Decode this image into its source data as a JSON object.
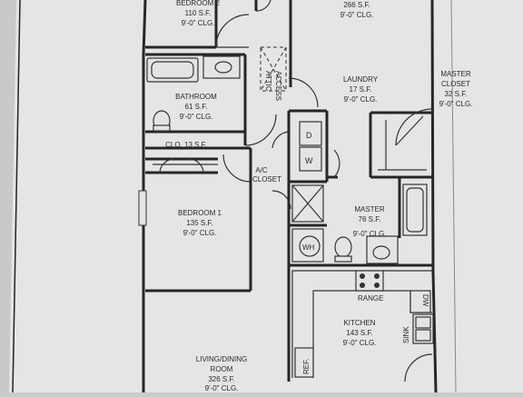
{
  "rooms": {
    "bedroom2": {
      "name": "BEDROOM 2",
      "area": "110 S.F.",
      "ceiling": "9'-0\" CLG."
    },
    "top_room": {
      "area": "266 S.F.",
      "ceiling": "9'-0\" CLG."
    },
    "laundry": {
      "name": "LAUNDRY",
      "area": "17 S.F.",
      "ceiling": "9'-0\" CLG."
    },
    "master_closet": {
      "name": "MASTER",
      "name2": "CLOSET",
      "area": "32 S.F.",
      "ceiling": "9'-0\" CLG."
    },
    "bathroom": {
      "name": "BATHROOM",
      "area": "61 S.F.",
      "ceiling": "9'-0\" CLG."
    },
    "closet_small": {
      "label": "CLO. 13 S.F."
    },
    "ac_closet": {
      "name": "A/C",
      "name2": "CLOSET"
    },
    "bedroom1": {
      "name": "BEDROOM 1",
      "area": "135 S.F.",
      "ceiling": "9'-0\" CLG."
    },
    "master_bath": {
      "name": "MASTER",
      "area": "76 S.F.",
      "ceiling": "9'-0\" CLG."
    },
    "kitchen": {
      "name": "KITCHEN",
      "area": "143 S.F.",
      "ceiling": "9'-0\" CLG."
    },
    "living": {
      "name": "LIVING/DINING",
      "name2": "ROOM",
      "area": "326 S.F.",
      "ceiling": "9'-0\" CLG."
    }
  },
  "labels": {
    "attic_access_1": "ATTIC",
    "attic_access_2": "ACCESS",
    "dryer": "D",
    "washer": "W",
    "water_heater": "WH",
    "range": "RANGE",
    "dishwasher": "DW",
    "sink": "SINK",
    "refrigerator": "REF."
  },
  "colors": {
    "paper": "#e4e6e3",
    "line": "#262626"
  }
}
